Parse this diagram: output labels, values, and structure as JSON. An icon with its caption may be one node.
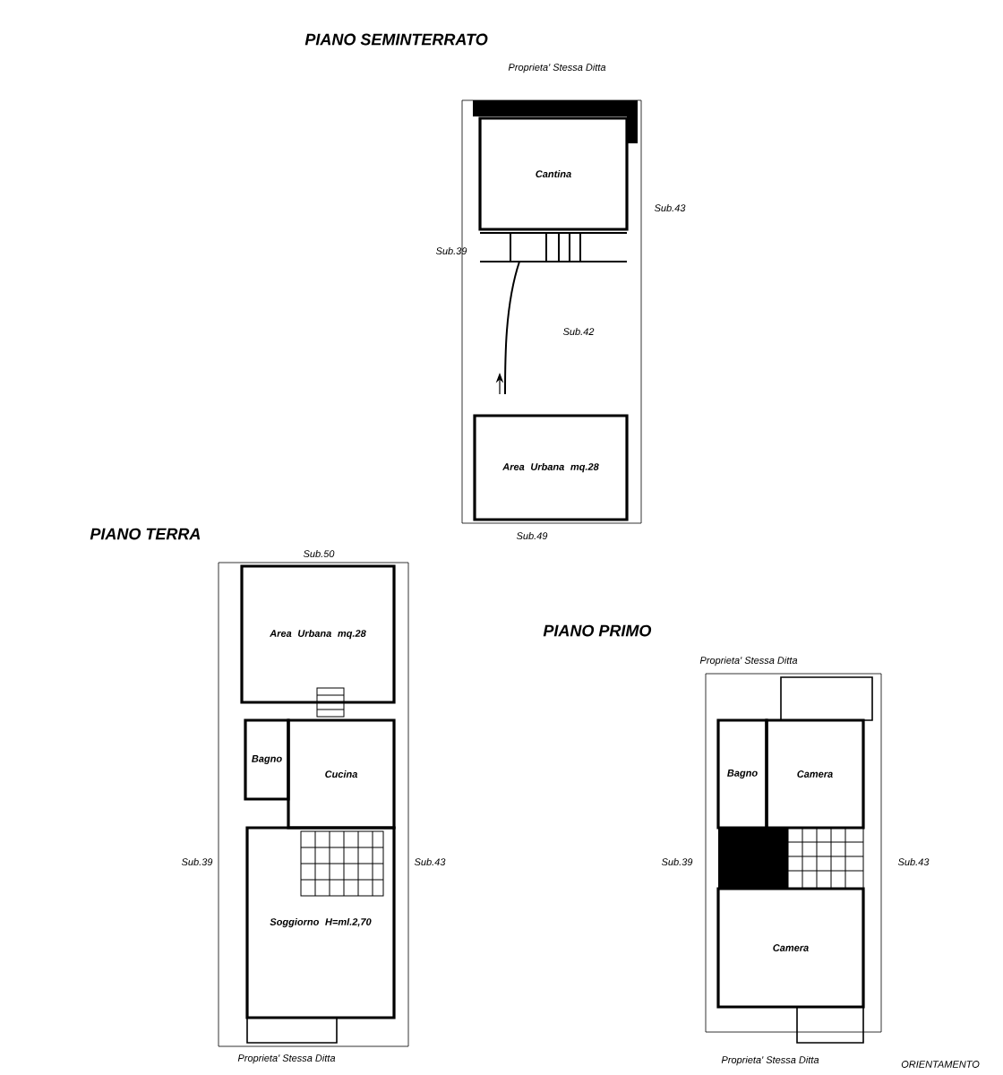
{
  "diagram": {
    "nodes": [
      {
        "text": [
          "PIANO SEMINTERRATO"
        ]
      },
      {
        "text": [
          "Cantina"
        ],
        "in": 0
      },
      {
        "text": [
          "Area Urbana mq.28"
        ],
        "in": 0
      },
      {
        "text": [
          "PIANO TERRA"
        ]
      },
      {
        "text": [
          "Area Urbana mq.28"
        ],
        "in": 3
      },
      {
        "text": [
          "Bagno"
        ],
        "in": 3
      },
      {
        "text": [
          "Cucina"
        ],
        "in": 3
      },
      {
        "text": [
          "Soggiorno H=ml.2,70"
        ],
        "in": 3
      },
      {
        "text": [
          "PIANO PRIMO"
        ]
      },
      {
        "text": [
          "Bagno"
        ],
        "in": 8
      },
      {
        "text": [
          "Camera"
        ],
        "in": 8
      },
      {
        "text": [
          "Camera"
        ],
        "in": 8
      }
    ],
    "labels": [
      "Proprieta' Stessa Ditta",
      "Sub.43",
      "Sub.39",
      "Sub.42",
      "Sub.49",
      "Sub.50",
      "Sub.39",
      "Sub.43",
      "Proprieta' Stessa Ditta",
      "Proprieta' Stessa Ditta",
      "Sub.39",
      "Sub.43",
      "Proprieta' Stessa Ditta",
      "ORIENTAMENTO"
    ]
  }
}
